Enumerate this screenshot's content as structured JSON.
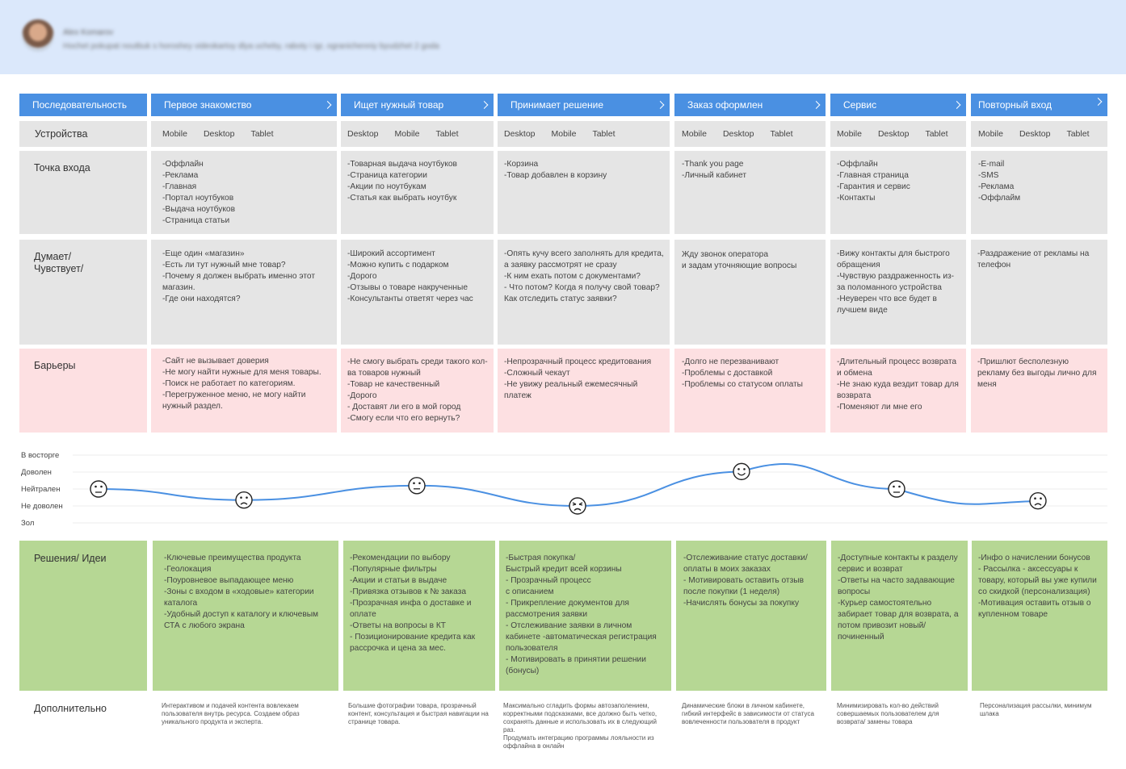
{
  "persona": {
    "name": "Alex Komarov",
    "description": "Hochet pokupat noutbuk s horoshey videokartoy dlya ucheby, raboty i igr, ogranichenniy byudzhet 2 goda"
  },
  "stages": [
    {
      "label": "Первое знакомство"
    },
    {
      "label": "Ищет нужный товар"
    },
    {
      "label": "Принимает решение"
    },
    {
      "label": "Заказ оформлен"
    },
    {
      "label": "Сервис"
    },
    {
      "label": "Повторный вход"
    }
  ],
  "row_labels": {
    "sequence": "Последовательность",
    "devices": "Устройства",
    "touchpoint": "Точка входа",
    "thinks": "Думает/\nЧувствует/",
    "barriers": "Барьеры",
    "solutions": "Решения/ Идеи",
    "extra": "Дополнительно"
  },
  "devices": [
    [
      "Mobile",
      "Desktop",
      "Tablet"
    ],
    [
      "Desktop",
      "Mobile",
      "Tablet"
    ],
    [
      "Desktop",
      "Mobile",
      "Tablet"
    ],
    [
      "Mobile",
      "Desktop",
      "Tablet"
    ],
    [
      "Mobile",
      "Desktop",
      "Tablet"
    ],
    [
      "Mobile",
      "Desktop",
      "Tablet"
    ]
  ],
  "touchpoints": [
    "-Оффлайн\n-Реклама\n-Главная\n-Портал ноутбуков\n-Выдача ноутбуков\n-Страница статьи",
    "-Товарная выдача ноутбуков\n-Страница категории\n-Акции по ноутбукам\n-Статья как выбрать ноутбук",
    "-Корзина\n-Товар добавлен в корзину",
    "-Thank you page\n-Личный кабинет",
    "-Оффлайн\n-Главная страница\n-Гарантия и сервис\n-Контакты",
    "-E-mail\n-SMS\n-Реклама\n-Оффлайм"
  ],
  "thinks": [
    "-Еще один «магазин»\n-Есть ли тут нужный мне товар?\n-Почему я должен выбрать именно этот магазин.\n-Где они находятся?",
    "-Широкий ассортимент\n-Можно купить с подарком\n-Дорого\n-Отзывы о товаре накрученные\n-Консультанты ответят через час",
    "-Опять кучу всего заполнять для кредита, а заявку рассмотрят не сразу\n-К ним ехать потом с документами?\n- Что потом? Когда я получу свой товар? Как отследить статус заявки?",
    "Жду звонок оператора\nи задам уточняющие вопросы",
    "-Вижу контакты для быстрого обращения\n-Чувствую раздраженность из-за поломанного устройства\n-Неуверен что все будет в лучшем виде",
    "-Раздражение от рекламы на телефон"
  ],
  "barriers": [
    "-Сайт не вызывает доверия\n-Не могу найти нужные для меня товары.\n-Поиск не работает по категориям.\n-Перегруженное меню, не могу найти нужный раздел.",
    "-Не смогу выбрать среди такого кол-ва товаров нужный\n-Товар не качественный\n-Дорого\n- Доставят ли его в мой город\n-Смогу если что его вернуть?",
    "-Непрозрачный процесс кредитования\n-Сложный чекаут\n-Не увижу реальный ежемесячный платеж",
    "-Долго не перезванивают\n-Проблемы с доставкой\n-Проблемы со статусом оплаты",
    "-Длительный процесс возврата и обмена\n-Не знаю куда вездит товар для возврата\n-Поменяют ли мне его",
    "-Пришлют бесполезную рекламу без выгоды лично для меня"
  ],
  "mood": {
    "labels": [
      "В восторге",
      "Доволен",
      "Нейтрален",
      "Не доволен",
      "Зол"
    ],
    "points": [
      {
        "stage": "Первое знакомство",
        "value": 2.0,
        "face": "neutral"
      },
      {
        "stage": "Первое знакомство",
        "value": 1.35,
        "face": "sad"
      },
      {
        "stage": "Ищет нужный товар",
        "value": 2.2,
        "face": "neutral"
      },
      {
        "stage": "Принимает решение",
        "value": 1.0,
        "face": "angry"
      },
      {
        "stage": "Заказ оформлен",
        "value": 3.03,
        "face": "happy"
      },
      {
        "stage": "Сервис",
        "value": 2.0,
        "face": "neutral"
      },
      {
        "stage": "Повторный вход",
        "value": 1.3,
        "face": "sad"
      }
    ],
    "line_color": "#4a90e2"
  },
  "solutions": [
    "-Ключевые преимущества продукта\n-Геолокация\n-Поуровневое выпадающее меню\n-Зоны с входом в «ходовые» категории каталога\n-Удобный доступ к каталогу и ключевым СТА с любого экрана",
    "-Рекомендации по выбору\n-Популярные фильтры\n-Акции и статьи в выдаче\n-Привязка отзывов к № заказа\n-Прозрачная инфа о доставке и оплате\n-Ответы на вопросы в КТ\n- Позиционирование кредита как рассрочка и цена за мес.",
    "-Быстрая покупка/\nБыстрый кредит всей корзины\n- Прозрачный процесс\nс описанием\n- Прикрепление документов для рассмотрения заявки\n- Отслеживание заявки в личном кабинете -автоматическая регистрация пользователя\n- Мотивировать в принятии решении (бонусы)",
    "-Отслеживание статус доставки/ оплаты в моих заказах\n- Мотивировать оставить отзыв после покупки (1 неделя)\n-Начислять бонусы за покупку",
    "-Доступные контакты к разделу сервис и возврат\n-Ответы на часто задавающие вопросы\n-Курьер самостоятельно забирает товар для возврата, а потом привозит новый/ починенный",
    "-Инфо о начислении бонусов\n- Рассылка - аксессуары к товару, который вы уже купили со скидкой (персонализация)\n-Мотивация оставить отзыв о купленном товаре"
  ],
  "extra": [
    "Интерактивом и подачей контента вовлекаем пользователя внутрь ресурса. Создаем образ уникального продукта и эксперта.",
    "Большие фотографии товара, прозрачный контент, консультация и быстрая навигации  на странице товара.",
    "Максимально сгладить формы автозаполением, корректными подсказками, все должно быть четко, сохранять данные и использовать их в следующий раз.\nПродумать интеграцию программы лояльности из оффлайна в онлайн",
    "Динамические блоки в личном кабинете, гибкий интерфейс в зависимости от статуса вовлеченности пользователя в продукт",
    "Минимизировать кол-во действий совершаемых пользователем для возврата/ замены товара",
    "Персонализация рассылки, минимум шлака"
  ]
}
